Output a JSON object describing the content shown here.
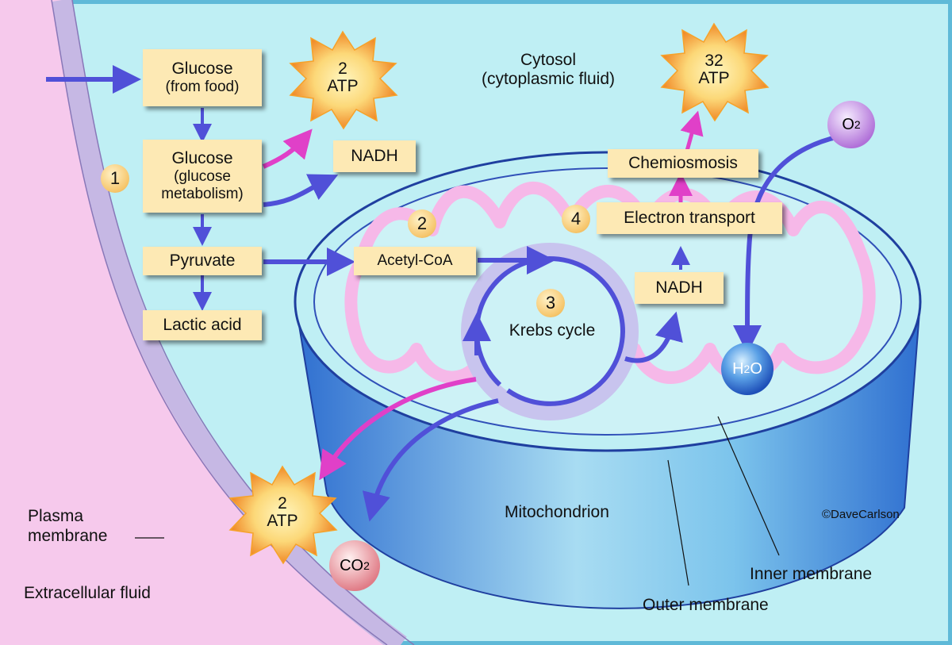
{
  "labels": {
    "cytosol_line1": "Cytosol",
    "cytosol_line2": "(cytoplasmic fluid)",
    "plasma_line1": "Plasma",
    "plasma_line2": "membrane",
    "extracellular": "Extracellular fluid",
    "mitochondrion": "Mitochondrion",
    "copyright": "©DaveCarlson",
    "inner_membrane": "Inner membrane",
    "outer_membrane": "Outer membrane",
    "krebs": "Krebs cycle"
  },
  "boxes": {
    "glucose_food_1": "Glucose",
    "glucose_food_2": "(from food)",
    "glucose_met_1": "Glucose",
    "glucose_met_2": "(glucose",
    "glucose_met_3": "metabolism)",
    "nadh_top": "NADH",
    "pyruvate": "Pyruvate",
    "lactic": "Lactic acid",
    "acetyl": "Acetyl-CoA",
    "nadh_mid": "NADH",
    "chemiosmosis": "Chemiosmosis",
    "electron": "Electron transport"
  },
  "steps": [
    "1",
    "2",
    "3",
    "4"
  ],
  "atp": {
    "top_left": {
      "count": "2",
      "unit": "ATP"
    },
    "top_right": {
      "count": "32",
      "unit": "ATP"
    },
    "bottom": {
      "count": "2",
      "unit": "ATP"
    }
  },
  "molecules": {
    "o2": {
      "base": "O",
      "sub": "2"
    },
    "h2o": {
      "a": "H",
      "sub": "2",
      "b": "O"
    },
    "co2": {
      "base": "CO",
      "sub": "2"
    }
  },
  "colors": {
    "background": "#bfeff4",
    "border": "#5fb9d8",
    "plasma_fill": "#f6c9ec",
    "membrane_band": "#c6b8e4",
    "box_fill": "#fde9b4",
    "arrow_blue": "#5050d8",
    "arrow_pink": "#e040c8",
    "inner_membrane": "#f6b8e8",
    "atp_star": "#f7b23a"
  }
}
